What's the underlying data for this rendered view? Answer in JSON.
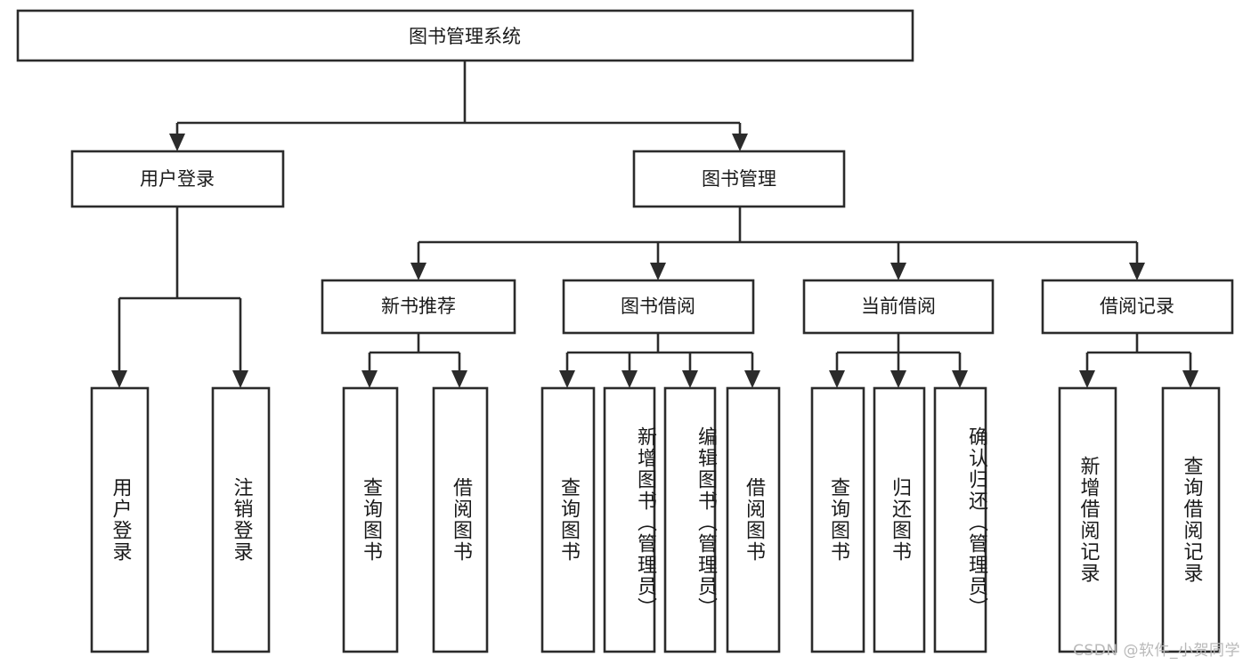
{
  "diagram": {
    "type": "tree",
    "orientation": "top-down",
    "title": "图书管理系统",
    "colors": {
      "box_stroke": "#2b2b2b",
      "box_fill": "#ffffff",
      "connector": "#2b2b2b",
      "text": "#1a1a1a",
      "watermark": "#b9b9b9",
      "background": "#ffffff"
    },
    "root": {
      "label": "图书管理系统"
    },
    "level2": [
      {
        "label": "用户登录"
      },
      {
        "label": "图书管理"
      }
    ],
    "level3": [
      {
        "label": "新书推荐"
      },
      {
        "label": "图书借阅"
      },
      {
        "label": "当前借阅"
      },
      {
        "label": "借阅记录"
      }
    ],
    "leaves": {
      "user_login": [
        {
          "label": "用户登录"
        },
        {
          "label": "注销登录"
        }
      ],
      "new_book_recommend": [
        {
          "label": "查询图书"
        },
        {
          "label": "借阅图书"
        }
      ],
      "book_borrow": [
        {
          "label": "查询图书"
        },
        {
          "label": "新增图书（管理员）"
        },
        {
          "label": "编辑图书（管理员）"
        },
        {
          "label": "借阅图书"
        }
      ],
      "current_borrow": [
        {
          "label": "查询图书"
        },
        {
          "label": "归还图书"
        },
        {
          "label": "确认归还（管理员）"
        }
      ],
      "borrow_record": [
        {
          "label": "新增借阅记录"
        },
        {
          "label": "查询借阅记录"
        }
      ]
    },
    "edges": [
      {
        "from": "图书管理系统",
        "to": "用户登录"
      },
      {
        "from": "图书管理系统",
        "to": "图书管理"
      },
      {
        "from": "用户登录",
        "to": "用户登录"
      },
      {
        "from": "用户登录",
        "to": "注销登录"
      },
      {
        "from": "图书管理",
        "to": "新书推荐"
      },
      {
        "from": "图书管理",
        "to": "图书借阅"
      },
      {
        "from": "图书管理",
        "to": "当前借阅"
      },
      {
        "from": "图书管理",
        "to": "借阅记录"
      },
      {
        "from": "新书推荐",
        "to": "查询图书"
      },
      {
        "from": "新书推荐",
        "to": "借阅图书"
      },
      {
        "from": "图书借阅",
        "to": "查询图书"
      },
      {
        "from": "图书借阅",
        "to": "新增图书（管理员）"
      },
      {
        "from": "图书借阅",
        "to": "编辑图书（管理员）"
      },
      {
        "from": "图书借阅",
        "to": "借阅图书"
      },
      {
        "from": "当前借阅",
        "to": "查询图书"
      },
      {
        "from": "当前借阅",
        "to": "归还图书"
      },
      {
        "from": "当前借阅",
        "to": "确认归还（管理员）"
      },
      {
        "from": "借阅记录",
        "to": "新增借阅记录"
      },
      {
        "from": "借阅记录",
        "to": "查询借阅记录"
      }
    ]
  },
  "watermark": {
    "text": "CSDN @软件_小贺同学"
  }
}
